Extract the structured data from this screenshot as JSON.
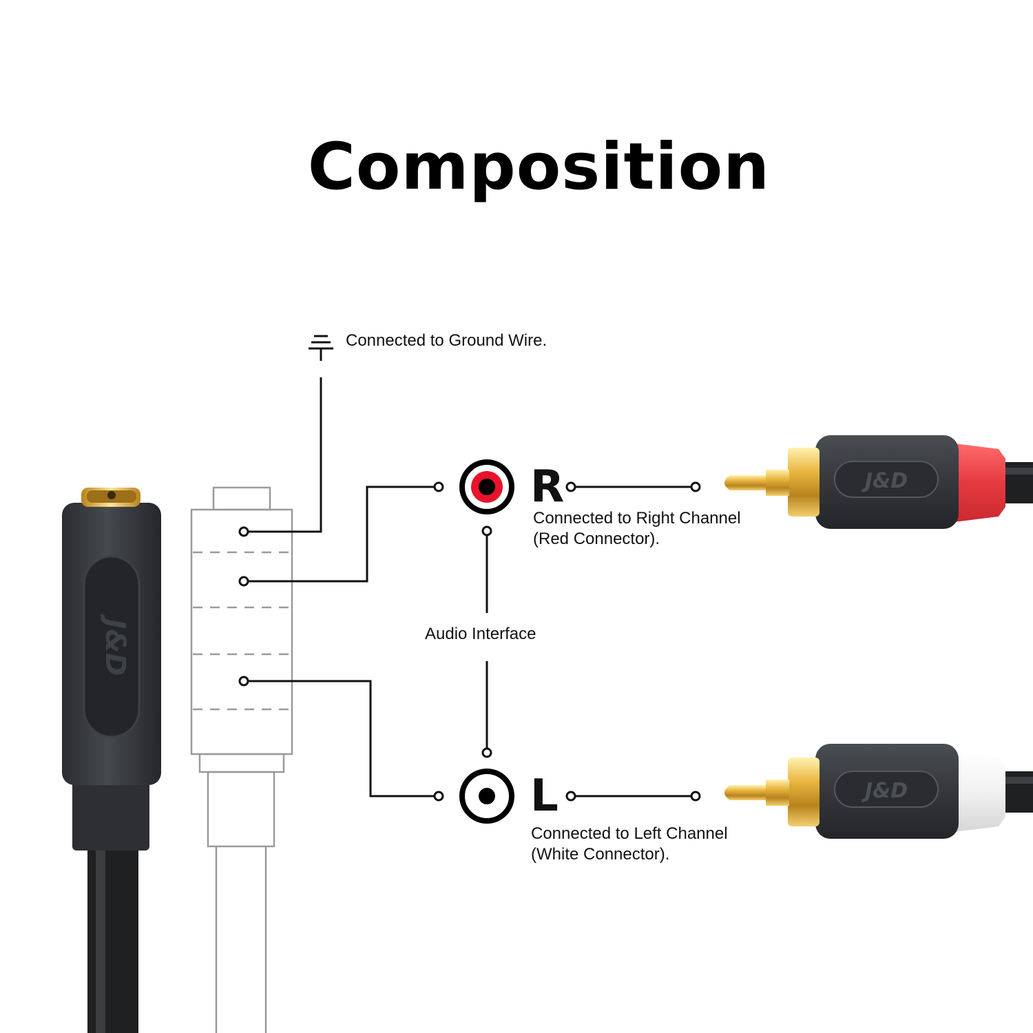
{
  "title": "Composition",
  "labels": {
    "ground": "Connected to Ground Wire.",
    "audio_interface": "Audio Interface",
    "right_letter": "R",
    "right_line1": "Connected to Right Channel",
    "right_line2": "(Red Connector).",
    "left_letter": "L",
    "left_line1": "Connected to Left Channel",
    "left_line2": "(White Connector)."
  },
  "icons": {
    "ground": "ground-symbol-icon",
    "right_jack": "rca-jack-red-icon",
    "left_jack": "rca-jack-white-icon"
  },
  "colors": {
    "right_channel": "#e8132b",
    "right_boot": "#e53a3f",
    "left_boot": "#eeeeee",
    "plug_body": "#3a3c3f",
    "gold": "#e3b23c"
  }
}
